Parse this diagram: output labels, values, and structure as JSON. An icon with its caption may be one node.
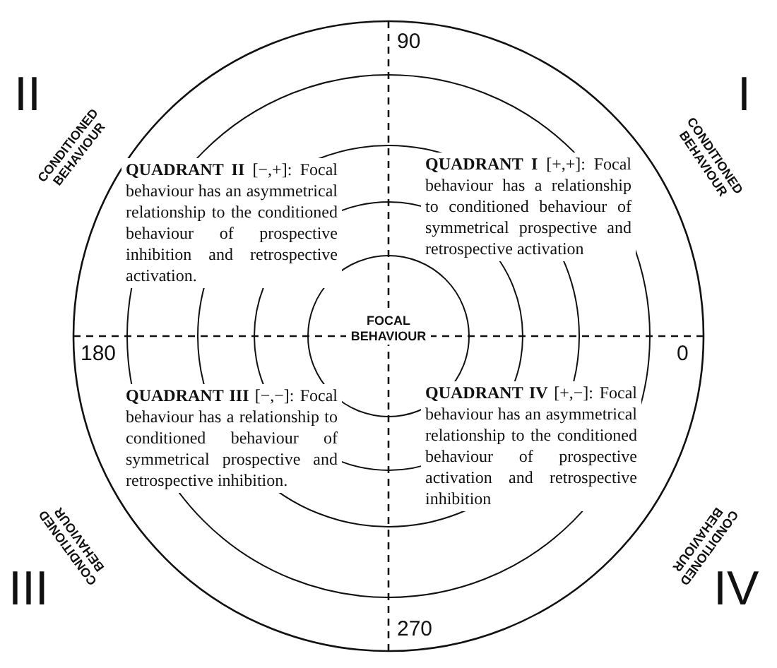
{
  "diagram": {
    "labels": [
      "90",
      "II",
      "I",
      "CONDITIONED BEHAVIOUR",
      "CONDITIONED BEHAVIOUR",
      "**QUADRANT II** [−,+]: Focal behaviour has an asymmetrical relationship to the conditioned behaviour of prospective inhibition and retrospective activation.",
      "**QUADRANT I** [+,+]: Focal behaviour has a relationship to conditioned behaviour of symmetrical prospective and retrospective activation",
      "FOCAL BEHAVIOUR",
      "180",
      "0",
      "**QUADRANT III** [−,−]: Focal behaviour has a relationship to conditioned behaviour of symmetrical prospective and retrospective inhibition.",
      "**QUADRANT IV** [+,−]: Focal behaviour has an asymmetrical relationship to the conditioned behaviour of prospective activation and retrospective inhibition",
      "CONDITIONED BEHAVIOUR",
      "CONDITIONED BEHAVIOUR",
      "III",
      "IV",
      "270"
    ]
  }
}
